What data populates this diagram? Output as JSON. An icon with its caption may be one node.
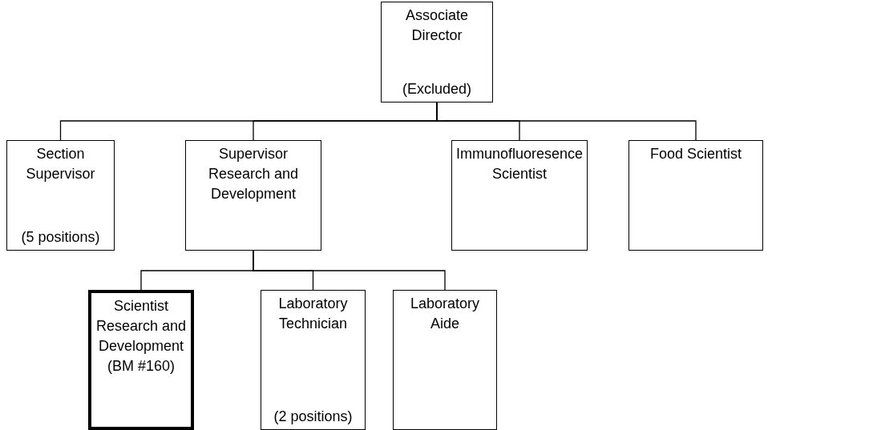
{
  "diagram": {
    "nodes": [
      {
        "text": [
          "Associate Director",
          "(Excluded)"
        ]
      },
      {
        "text": [
          "Section Supervisor",
          "(5 positions)"
        ]
      },
      {
        "text": [
          "Supervisor Research and Development"
        ]
      },
      {
        "text": [
          "Immunofluoresence Scientist"
        ]
      },
      {
        "text": [
          "Food Scientist"
        ]
      },
      {
        "text": [
          "Scientist Research and Development",
          "(BM #160)"
        ]
      },
      {
        "text": [
          "Laboratory Technician",
          "(2 positions)"
        ]
      },
      {
        "text": [
          "Laboratory Aide"
        ]
      }
    ],
    "edges": [
      {
        "from": 0,
        "to": 1,
        "arrow": "none"
      },
      {
        "from": 0,
        "to": 2,
        "arrow": "none"
      },
      {
        "from": 0,
        "to": 3,
        "arrow": "none"
      },
      {
        "from": 0,
        "to": 4,
        "arrow": "none"
      },
      {
        "from": 2,
        "to": 5,
        "arrow": "none"
      },
      {
        "from": 2,
        "to": 6,
        "arrow": "none"
      },
      {
        "from": 2,
        "to": 7,
        "arrow": "none"
      }
    ]
  }
}
